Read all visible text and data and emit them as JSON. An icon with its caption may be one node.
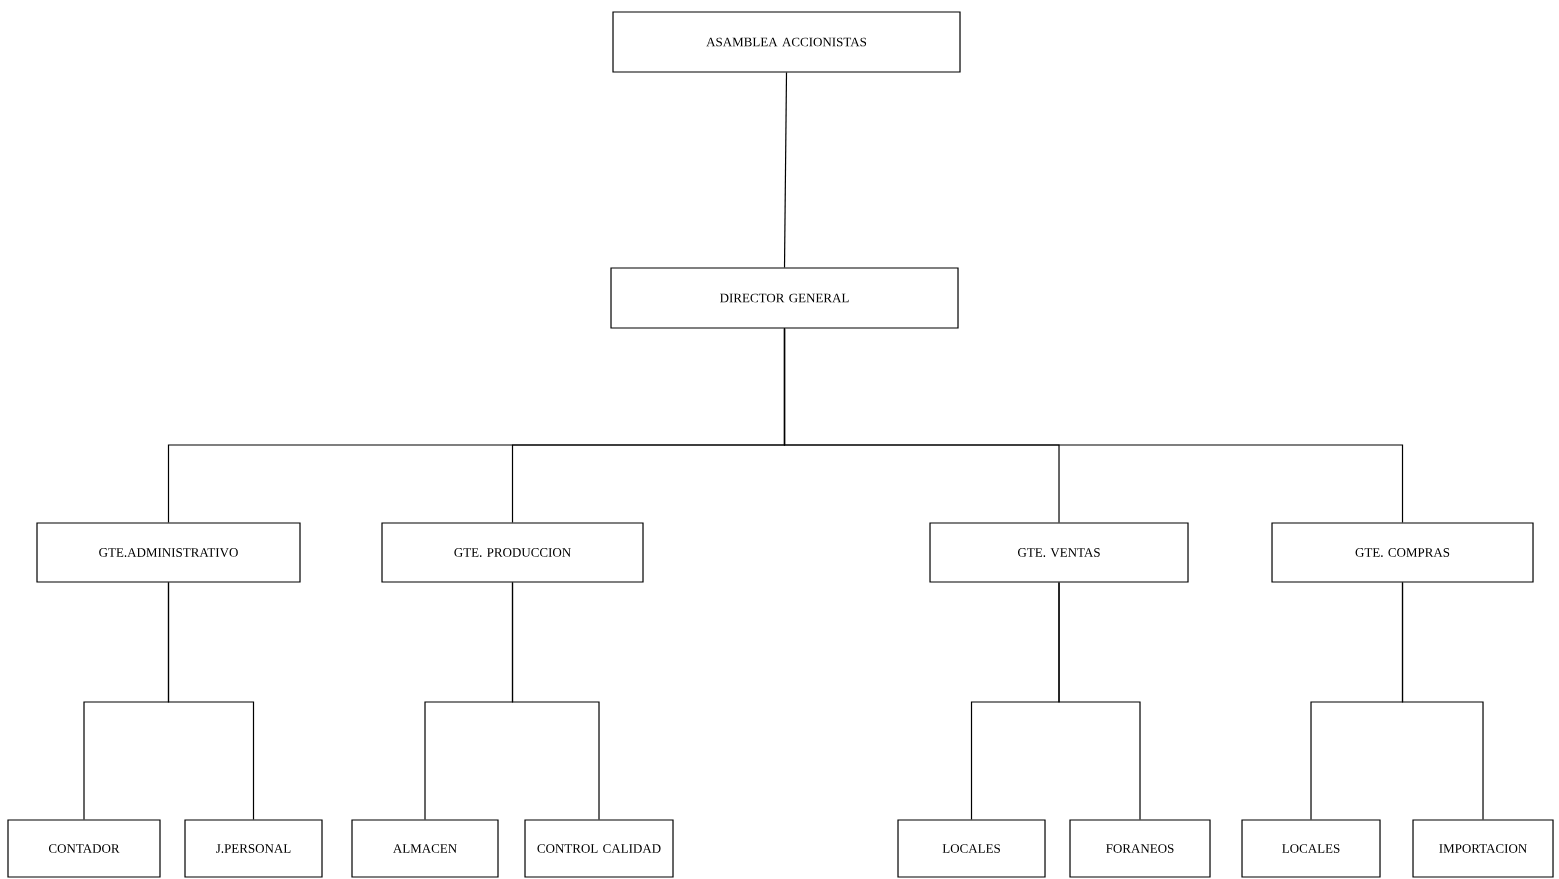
{
  "diagram": {
    "nodes": [
      {
        "text": [
          "ASAMBLEA ACCIONISTAS"
        ]
      },
      {
        "text": [
          "DIRECTOR GENERAL"
        ]
      },
      {
        "text": [
          "GTE.ADMINISTRATIVO"
        ]
      },
      {
        "text": [
          "GTE. PRODUCCION"
        ]
      },
      {
        "text": [
          "GTE. VENTAS"
        ]
      },
      {
        "text": [
          "GTE. COMPRAS"
        ]
      },
      {
        "text": [
          "CONTADOR"
        ]
      },
      {
        "text": [
          "J.PERSONAL"
        ]
      },
      {
        "text": [
          "ALMACEN"
        ]
      },
      {
        "text": [
          "CONTROL CALIDAD"
        ]
      },
      {
        "text": [
          "LOCALES"
        ]
      },
      {
        "text": [
          "FORANEOS"
        ]
      },
      {
        "text": [
          "LOCALES"
        ]
      },
      {
        "text": [
          "IMPORTACION"
        ]
      }
    ],
    "edges": [
      {
        "from": 0,
        "to": 1,
        "arrow": "none"
      },
      {
        "from": 1,
        "to": 2,
        "arrow": "none"
      },
      {
        "from": 1,
        "to": 3,
        "arrow": "none"
      },
      {
        "from": 1,
        "to": 4,
        "arrow": "none"
      },
      {
        "from": 1,
        "to": 5,
        "arrow": "none"
      },
      {
        "from": 2,
        "to": 6,
        "arrow": "none"
      },
      {
        "from": 2,
        "to": 7,
        "arrow": "none"
      },
      {
        "from": 3,
        "to": 8,
        "arrow": "none"
      },
      {
        "from": 3,
        "to": 9,
        "arrow": "none"
      },
      {
        "from": 4,
        "to": 10,
        "arrow": "none"
      },
      {
        "from": 4,
        "to": 11,
        "arrow": "none"
      },
      {
        "from": 5,
        "to": 12,
        "arrow": "none"
      },
      {
        "from": 5,
        "to": 13,
        "arrow": "none"
      }
    ]
  }
}
